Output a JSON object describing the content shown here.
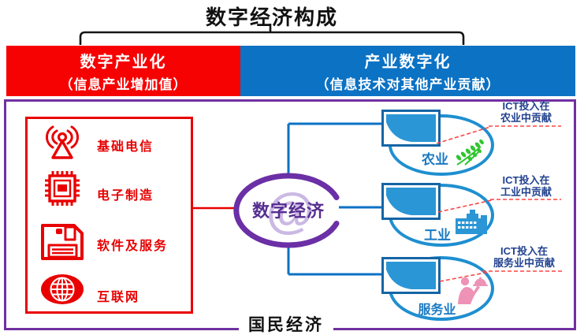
{
  "title": "数字经济构成",
  "headers": {
    "digital_industrialization": {
      "title": "数字产业化",
      "subtitle": "（信息产业增加值）"
    },
    "industry_digitalization": {
      "title": "产业数字化",
      "subtitle": "（信息技术对其他产业贡献）"
    }
  },
  "national_economy_label": "国民经济",
  "core": {
    "label": "数字经济",
    "watermark_glyph": "@"
  },
  "digital_industry_items": [
    {
      "label": "基础电信",
      "icon": "broadcast-tower-icon"
    },
    {
      "label": "电子制造",
      "icon": "chip-icon"
    },
    {
      "label": "软件及服务",
      "icon": "floppy-disk-icon"
    },
    {
      "label": "互联网",
      "icon": "globe-icon"
    }
  ],
  "sectors": [
    {
      "label": "农业",
      "icon": "wheat-icon",
      "note_line1": "ICT投入在",
      "note_line2": "农业中贡献"
    },
    {
      "label": "工业",
      "icon": "factory-icon",
      "note_line1": "ICT投入在",
      "note_line2": "工业中贡献"
    },
    {
      "label": "服务业",
      "icon": "waiter-icon",
      "note_line1": "ICT投入在",
      "note_line2": "服务业中贡献"
    }
  ],
  "colors": {
    "header_red": "#f70202",
    "header_blue": "#0b72c4",
    "panel_red": "#e90000",
    "container_purple": "#7030a0",
    "core_ring_purple": "#6b2fa6",
    "core_text_purple": "#562d91",
    "sector_blue": "#1e8fd0",
    "note_navy": "#21418f",
    "wheat_green": "#2fc62f",
    "factory_blue": "#2a96d6",
    "waiter_pink": "#ee92b6",
    "callout_red_dashed": "#ff4444"
  }
}
